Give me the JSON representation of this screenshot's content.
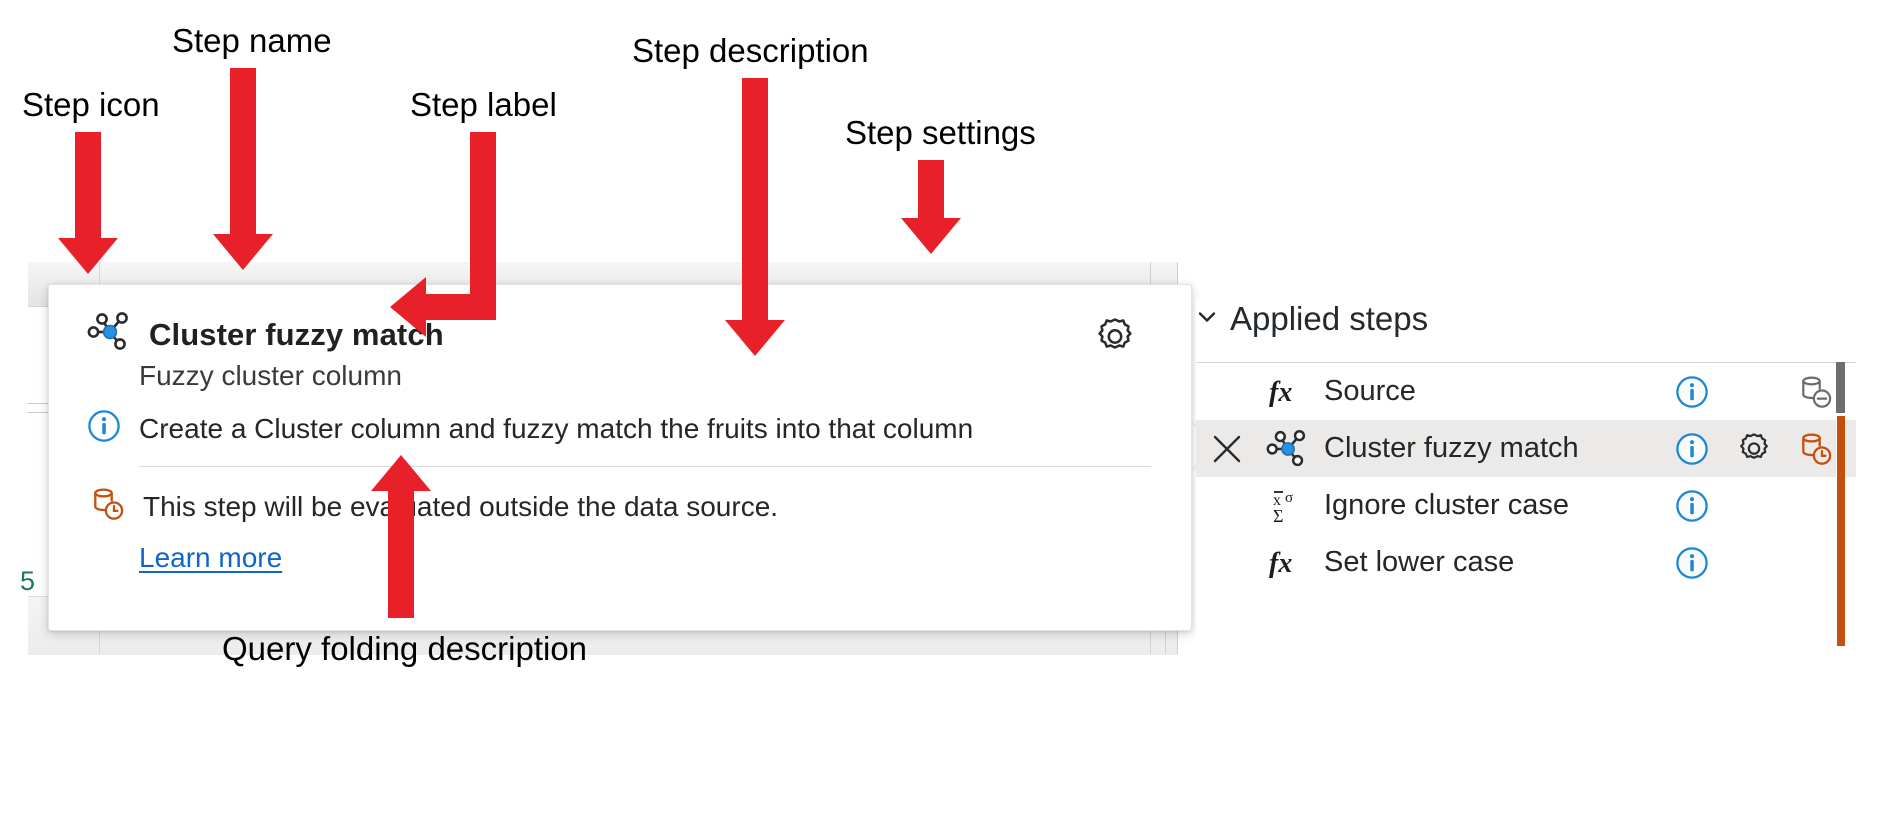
{
  "annotations": [
    {
      "id": "step-icon",
      "label": "Step icon"
    },
    {
      "id": "step-name",
      "label": "Step name"
    },
    {
      "id": "step-label",
      "label": "Step label"
    },
    {
      "id": "step-description",
      "label": "Step description"
    },
    {
      "id": "step-settings",
      "label": "Step settings"
    },
    {
      "id": "query-folding-description",
      "label": "Query folding description"
    }
  ],
  "tooltip": {
    "step_icon": "cluster-fuzzy-match-icon",
    "step_name": "Cluster fuzzy match",
    "step_label": "Fuzzy cluster column",
    "info_icon": "info-circle-icon",
    "step_description": "Create a Cluster column and fuzzy match the fruits into that column",
    "settings_icon": "gear-icon",
    "folding_icon": "database-clock-icon",
    "query_folding_text": "This step will be evaluated outside the data source.",
    "learn_more": "Learn more"
  },
  "applied_steps": {
    "chevron_icon": "chevron-down-icon",
    "title": "Applied steps",
    "rows": [
      {
        "icon": "fx-icon",
        "label": "Source",
        "delete_icon": "",
        "info_icon": "info-circle-icon",
        "gear_icon": "",
        "folding_icon": "database-minus-icon",
        "selected": false
      },
      {
        "icon": "cluster-fuzzy-match-icon",
        "label": "Cluster fuzzy match",
        "delete_icon": "close-x-icon",
        "info_icon": "info-circle-icon",
        "gear_icon": "gear-icon",
        "folding_icon": "database-clock-icon",
        "selected": true
      },
      {
        "icon": "statistics-icon",
        "label": "Ignore cluster case",
        "delete_icon": "",
        "info_icon": "info-circle-icon",
        "gear_icon": "",
        "folding_icon": "",
        "selected": false
      },
      {
        "icon": "fx-icon",
        "label": "Set lower case",
        "delete_icon": "",
        "info_icon": "info-circle-icon",
        "gear_icon": "",
        "folding_icon": "",
        "selected": false
      }
    ]
  },
  "background": {
    "cell_number": "5"
  },
  "colors": {
    "annotation_red": "#e8202a",
    "link_blue": "#0f66c8",
    "info_blue": "#1b88d4",
    "node_blue": "#2a90e0",
    "folding_orange": "#c4500f",
    "selected_row": "#eceae8",
    "cell_green": "#1c7a63"
  }
}
